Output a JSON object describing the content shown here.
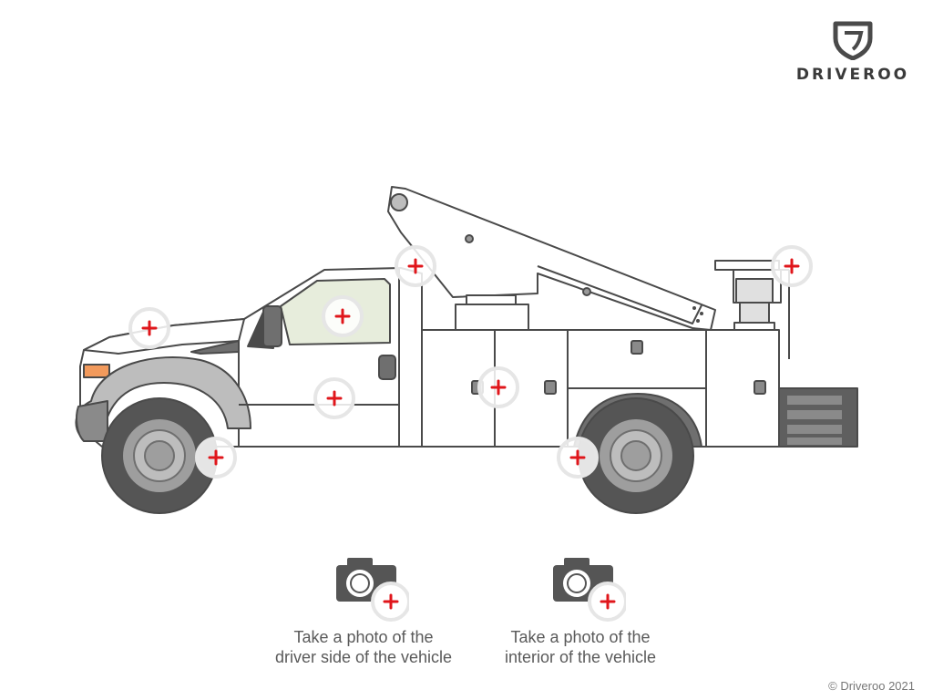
{
  "brand": {
    "name": "DRIVEROO"
  },
  "actions": [
    {
      "line1": "Take a photo of the",
      "line2": "driver side of the vehicle"
    },
    {
      "line1": "Take a photo of the",
      "line2": "interior of the vehicle"
    }
  ],
  "footer": {
    "copyright": "© Driveroo 2021"
  },
  "colors": {
    "hotspot_plus": "#e0161b",
    "hotspot_ring": "#e6e6e6",
    "tire": "#555555",
    "outline": "#4a4a4a"
  },
  "icons": {
    "logo": "shield-logo-icon",
    "camera": "camera-icon",
    "add": "plus-icon"
  }
}
